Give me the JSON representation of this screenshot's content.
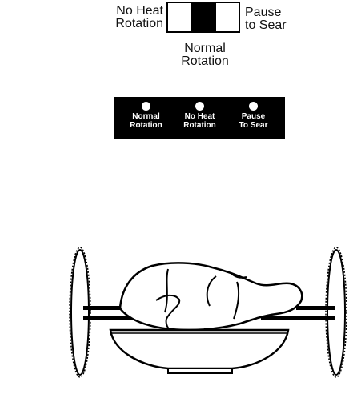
{
  "switch": {
    "left_label": "No Heat\nRotation",
    "right_label": "Pause\nto Sear",
    "bottom_label": "Normal\nRotation"
  },
  "indicator_panel": {
    "items": [
      {
        "label": "Normal\nRotation"
      },
      {
        "label": "No Heat\nRotation"
      },
      {
        "label": "Pause\nTo Sear"
      }
    ]
  },
  "illustration": {
    "icon": "rotisserie-roast-icon"
  }
}
